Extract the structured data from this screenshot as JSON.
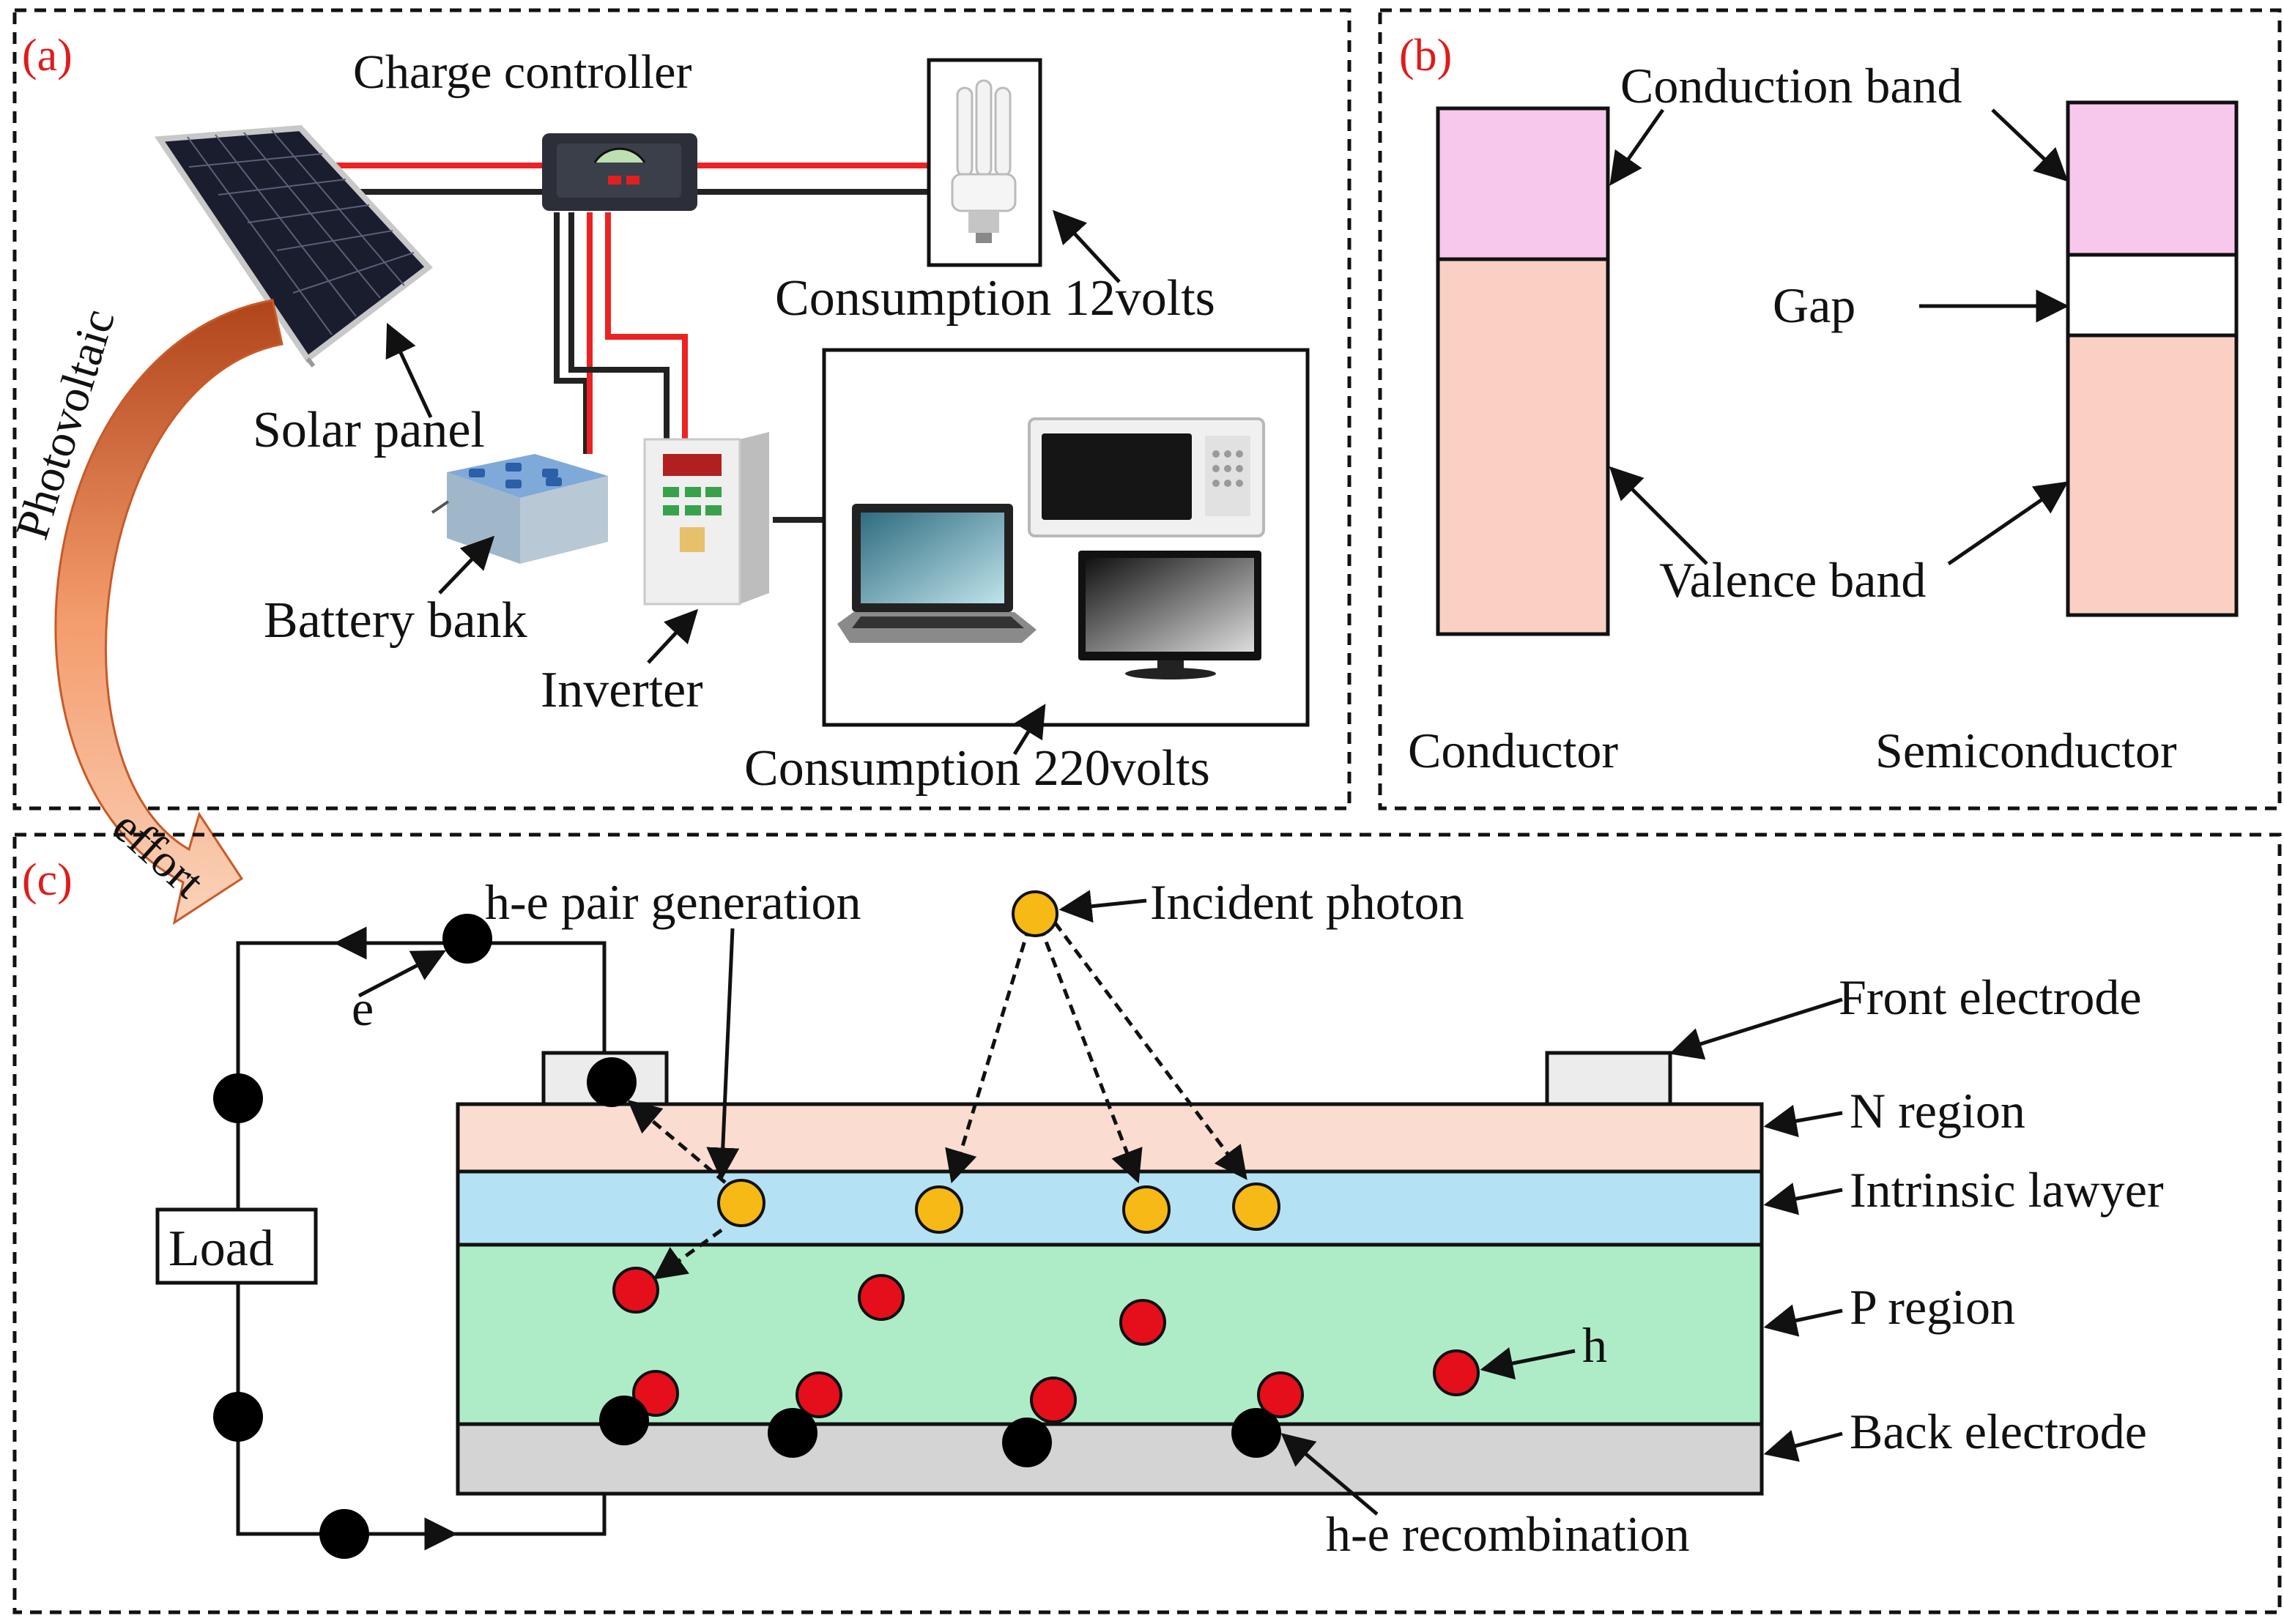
{
  "colors": {
    "panel_label": "#e01b1b",
    "conduction_band": "#f7c8ec",
    "valence_band": "#fad0c4",
    "n_region": "#fbdcd0",
    "intrinsic_layer": "#b4e2f4",
    "p_region": "#aeecc8",
    "back_electrode": "#d4d4d4",
    "front_electrode": "#ececec",
    "photon": "#f6b915",
    "hole": "#e40f1a",
    "electron": "#000000",
    "wire_red": "#ee2222",
    "wire_black": "#222222",
    "curved_arrow": "#f08a52"
  },
  "panel_a": {
    "tag": "(a)",
    "charge_controller": "Charge controller",
    "consumption_12": "Consumption 12volts",
    "solar_panel": "Solar panel",
    "battery_bank": "Battery bank",
    "inverter": "Inverter",
    "consumption_220": "Consumption 220volts"
  },
  "curved_arrow": {
    "word1": "Photovoltaic",
    "word2": "effort"
  },
  "panel_b": {
    "tag": "(b)",
    "conduction_band": "Conduction band",
    "gap": "Gap",
    "valence_band": "Valence band",
    "conductor": "Conductor",
    "semiconductor": "Semiconductor"
  },
  "panel_c": {
    "tag": "(c)",
    "pair_generation": "h-e pair generation",
    "incident_photon": "Incident photon",
    "front_electrode": "Front electrode",
    "n_region": "N region",
    "intrinsic_layer": "Intrinsic lawyer",
    "p_region": "P region",
    "back_electrode": "Back electrode",
    "recombination": "h-e recombination",
    "hole": "h",
    "electron": "e",
    "load": "Load"
  }
}
